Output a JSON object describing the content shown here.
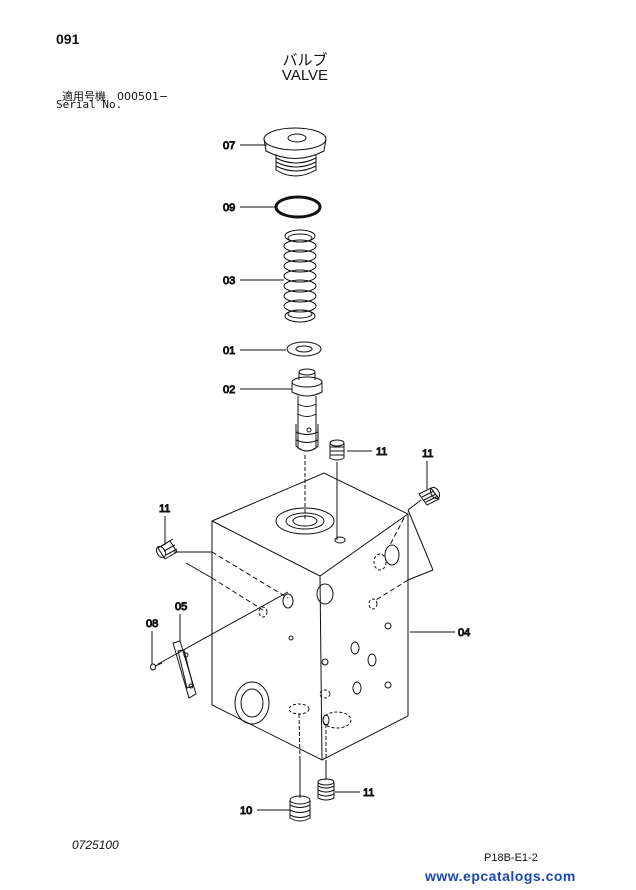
{
  "page_number": "091",
  "title_jp": "バルブ",
  "title_en": "VALVE",
  "serial_label_jp": "適用号機　000501−",
  "serial_label_en": "Serial No.",
  "drawing_number": "0725100",
  "sheet_reference": "P18B-E1-2",
  "watermark": "www.epcatalogs.com",
  "callouts": {
    "c07": "07",
    "c09": "09",
    "c03": "03",
    "c01": "01",
    "c02": "02",
    "c11a": "11",
    "c11b": "11",
    "c11c": "11",
    "c11d": "11",
    "c05": "05",
    "c08": "08",
    "c04": "04",
    "c10": "10"
  },
  "colors": {
    "line": "#111111",
    "watermark": "#1a46b4"
  }
}
